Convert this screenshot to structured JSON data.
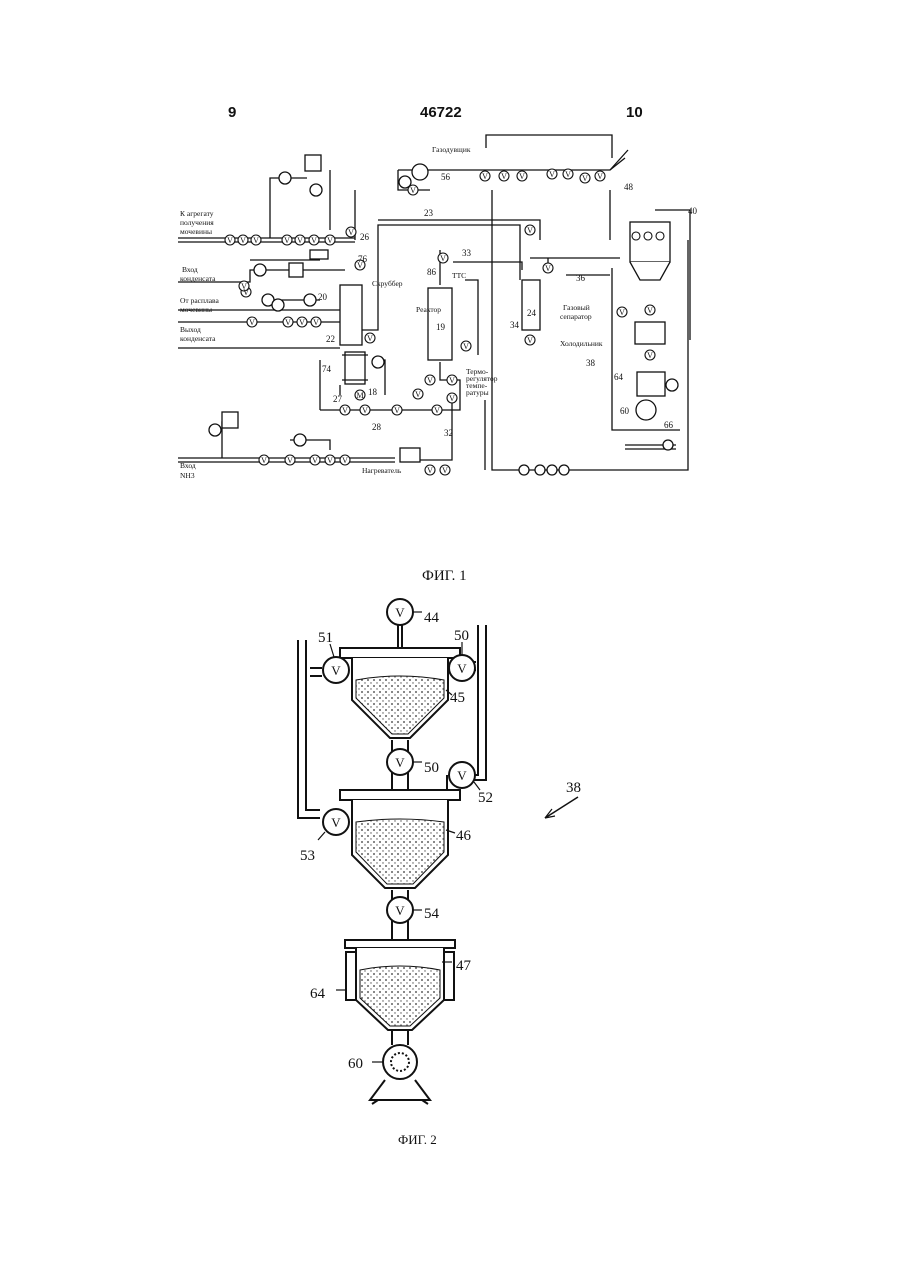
{
  "header": {
    "page_left": "9",
    "patent_number": "46722",
    "page_right": "10"
  },
  "fig1": {
    "caption": "ФИГ. 1",
    "labels": {
      "gas_blower": "Газодувщик",
      "to_urea_unit_1": "К агрегату",
      "to_urea_unit_2": "получения",
      "to_urea_unit_3": "мочевины",
      "condensate_in_1": "Вход",
      "condensate_in_2": "конденсата",
      "from_urea_melt_1": "От расплава",
      "from_urea_melt_2": "мочевины",
      "condensate_out_1": "Выход",
      "condensate_out_2": "конденсата",
      "scrubber": "Скруббер",
      "reactor": "Реактор",
      "gas_separator_1": "Газовый",
      "gas_separator_2": "сепаратор",
      "cooler": "Холодильник",
      "thermo_1": "Термо-",
      "thermo_2": "регулятор",
      "thermo_3": "темпе-",
      "thermo_4": "ратуры",
      "heater": "Нагреватель",
      "nh3_in_1": "Вход",
      "nh3_in_2": "NH3",
      "ttc": "ТТС"
    },
    "numbers": {
      "n56": "56",
      "n48": "48",
      "n40": "40",
      "n23": "23",
      "n26": "26",
      "n76": "76",
      "n33": "33",
      "n86": "86",
      "n36": "36",
      "n20": "20",
      "n22": "22",
      "n19": "19",
      "n34": "34",
      "n24": "24",
      "n38": "38",
      "n74": "74",
      "n18": "18",
      "n64": "64",
      "n27": "27",
      "n28": "28",
      "n60": "60",
      "n66": "66",
      "n32": "32"
    },
    "valve_letter": "V",
    "pump_letter": "M"
  },
  "fig2": {
    "caption": "ФИГ. 2",
    "numbers": {
      "n44": "44",
      "n51": "51",
      "n50_top": "50",
      "n45": "45",
      "n50_mid": "50",
      "n52": "52",
      "n38": "38",
      "n46": "46",
      "n53": "53",
      "n54": "54",
      "n47": "47",
      "n64": "64",
      "n60": "60"
    },
    "valve_letter": "V"
  }
}
